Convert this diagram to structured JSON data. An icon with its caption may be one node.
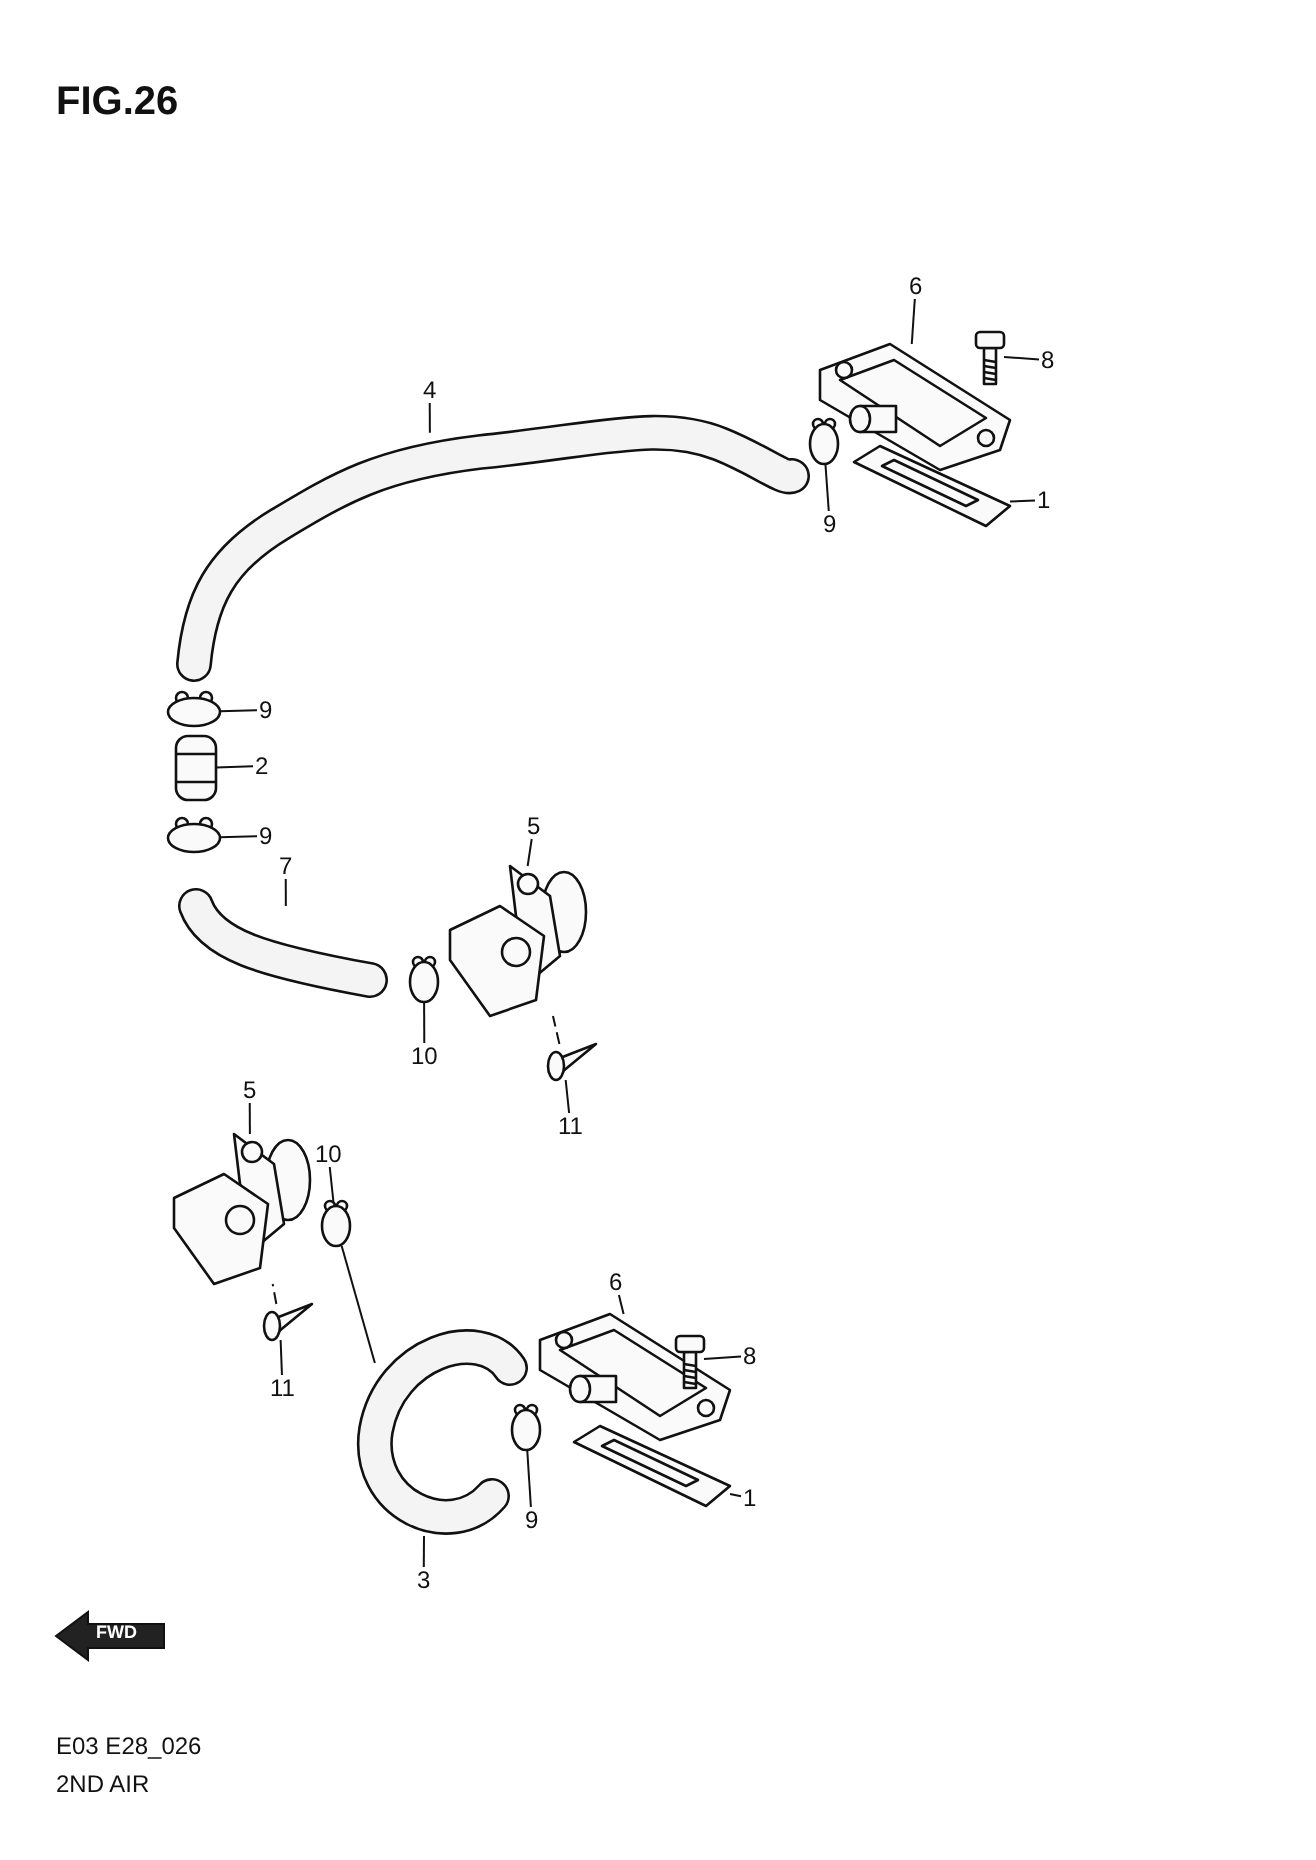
{
  "diagram": {
    "title": "FIG.26",
    "nodes": [
      {
        "text": [
          "6"
        ]
      },
      {
        "text": [],
        "shape": "picture"
      },
      {
        "text": [
          "8"
        ]
      },
      {
        "text": [],
        "shape": "picture"
      },
      {
        "text": [
          "4"
        ]
      },
      {
        "text": [],
        "shape": "picture"
      },
      {
        "text": [
          "9"
        ]
      },
      {
        "text": [],
        "shape": "circle"
      },
      {
        "text": [
          "1"
        ]
      },
      {
        "text": [],
        "shape": "picture"
      },
      {
        "text": [
          "9"
        ]
      },
      {
        "text": [],
        "shape": "circle"
      },
      {
        "text": [
          "2"
        ]
      },
      {
        "text": [],
        "shape": "picture"
      },
      {
        "text": [
          "9"
        ]
      },
      {
        "text": [],
        "shape": "circle"
      },
      {
        "text": [
          "5"
        ]
      },
      {
        "text": [],
        "shape": "picture"
      },
      {
        "text": [
          "7"
        ]
      },
      {
        "text": [],
        "shape": "picture"
      },
      {
        "text": [
          "10"
        ]
      },
      {
        "text": [],
        "shape": "circle"
      },
      {
        "text": [
          "11"
        ]
      },
      {
        "text": [],
        "shape": "picture"
      },
      {
        "text": [
          "5"
        ]
      },
      {
        "text": [],
        "shape": "picture"
      },
      {
        "text": [
          "10"
        ]
      },
      {
        "text": [],
        "shape": "circle"
      },
      {
        "text": [
          "6"
        ]
      },
      {
        "text": [],
        "shape": "picture"
      },
      {
        "text": [
          "8"
        ]
      },
      {
        "text": [],
        "shape": "picture"
      },
      {
        "text": [
          "11"
        ]
      },
      {
        "text": [],
        "shape": "picture"
      },
      {
        "text": [
          "9"
        ]
      },
      {
        "text": [],
        "shape": "circle"
      },
      {
        "text": [
          "1"
        ]
      },
      {
        "text": [],
        "shape": "picture"
      },
      {
        "text": [
          "3"
        ]
      },
      {
        "text": [],
        "shape": "picture"
      }
    ],
    "edges": [
      {
        "from": 0,
        "to": 1,
        "arrow": "none"
      },
      {
        "from": 2,
        "to": 3,
        "arrow": "none"
      },
      {
        "from": 4,
        "to": 5,
        "arrow": "none"
      },
      {
        "from": 6,
        "to": 7,
        "arrow": "none"
      },
      {
        "from": 8,
        "to": 9,
        "arrow": "none"
      },
      {
        "from": 10,
        "to": 11,
        "arrow": "none"
      },
      {
        "from": 12,
        "to": 13,
        "arrow": "none"
      },
      {
        "from": 14,
        "to": 15,
        "arrow": "none"
      },
      {
        "from": 16,
        "to": 17,
        "arrow": "none"
      },
      {
        "from": 18,
        "to": 19,
        "arrow": "none"
      },
      {
        "from": 20,
        "to": 21,
        "arrow": "none"
      },
      {
        "from": 22,
        "to": 23,
        "arrow": "none"
      },
      {
        "from": 24,
        "to": 25,
        "arrow": "none"
      },
      {
        "from": 26,
        "to": 27,
        "arrow": "none"
      },
      {
        "from": 28,
        "to": 29,
        "arrow": "none"
      },
      {
        "from": 30,
        "to": 31,
        "arrow": "none"
      },
      {
        "from": 32,
        "to": 33,
        "arrow": "none"
      },
      {
        "from": 34,
        "to": 35,
        "arrow": "none"
      },
      {
        "from": 36,
        "to": 37,
        "arrow": "none"
      },
      {
        "from": 38,
        "to": 39,
        "arrow": "none"
      },
      {
        "from": 23,
        "to": 17,
        "arrow": "none",
        "style": "dashed"
      },
      {
        "from": 33,
        "to": 25,
        "arrow": "none",
        "style": "dashed"
      },
      {
        "from": 27,
        "to": 39,
        "arrow": "none"
      }
    ],
    "labels": [
      "FWD",
      "E03 E28_026",
      "2ND AIR"
    ]
  }
}
